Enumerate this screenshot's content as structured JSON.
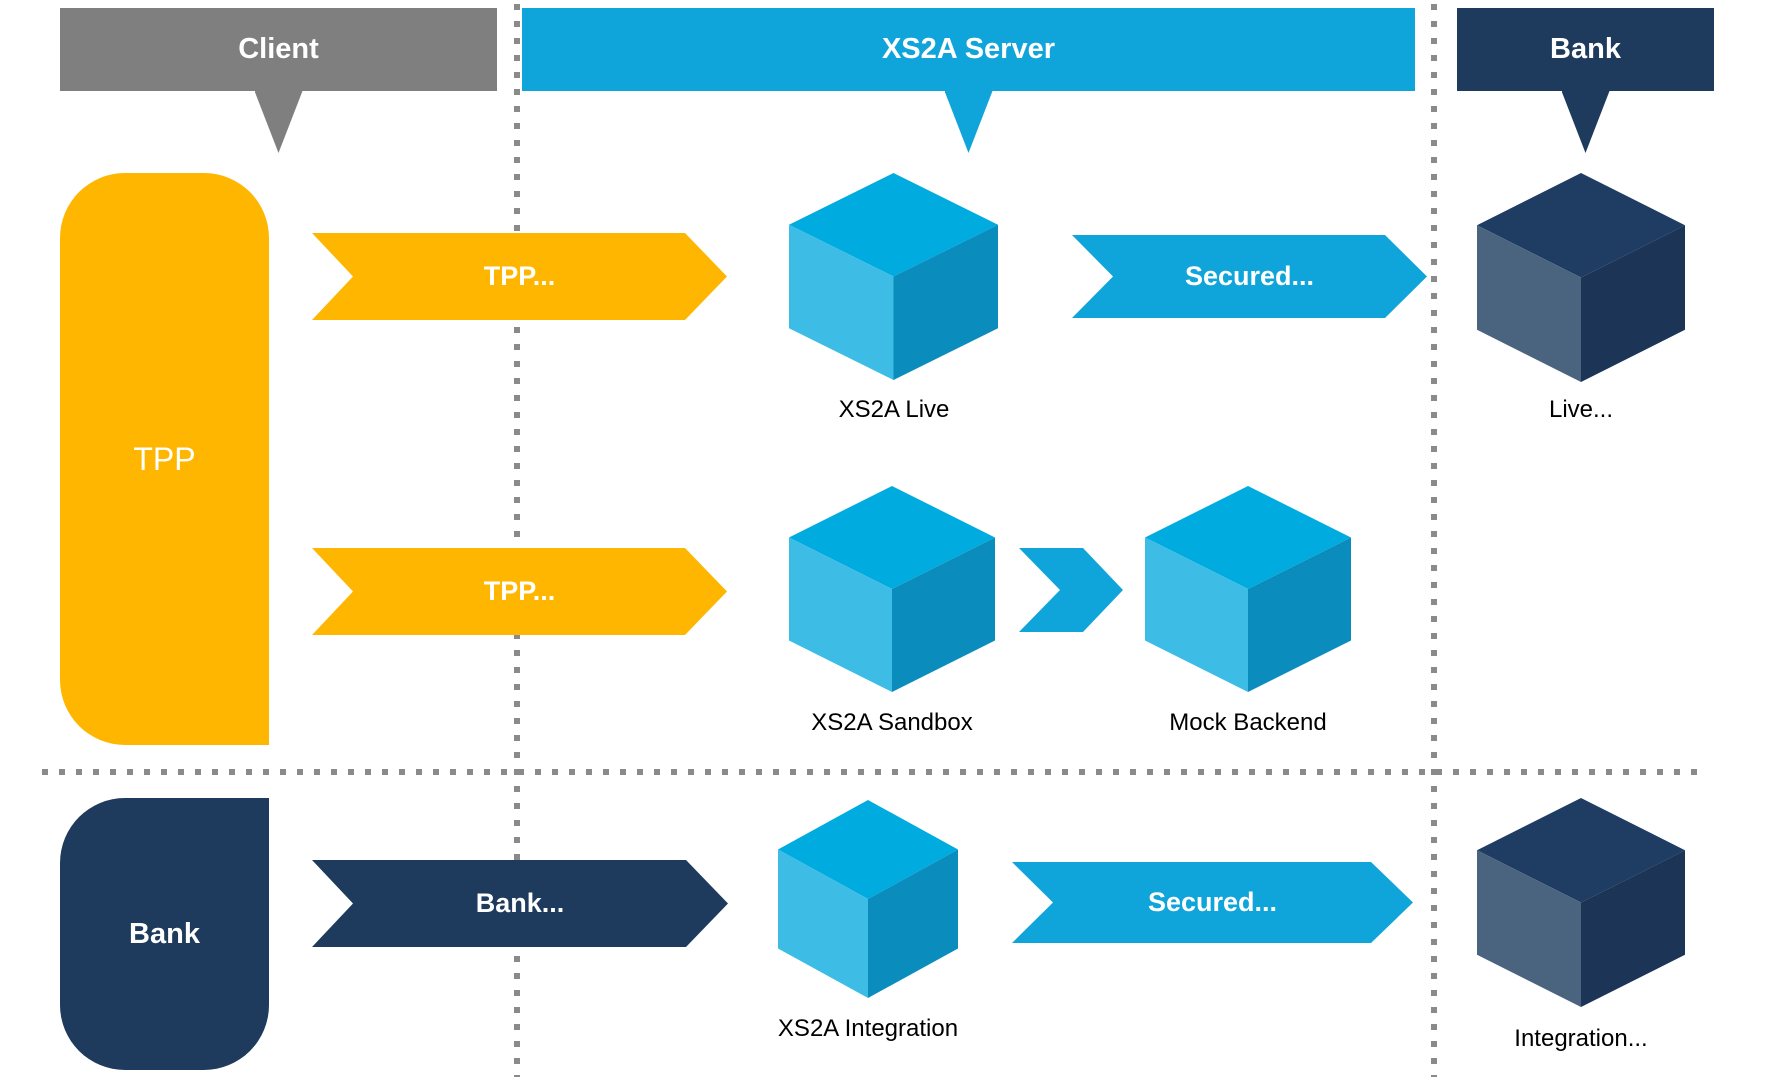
{
  "headers": [
    {
      "label": "Client"
    },
    {
      "label": "XS2A Server"
    },
    {
      "label": "Bank"
    }
  ],
  "actors": [
    {
      "label": "TPP"
    },
    {
      "label": "Bank"
    }
  ],
  "arrows": [
    {
      "label": "TPP..."
    },
    {
      "label": "Secured..."
    },
    {
      "label": "TPP..."
    },
    {
      "label": "Bank..."
    },
    {
      "label": "Secured..."
    }
  ],
  "cubes": [
    {
      "label": "XS2A Live"
    },
    {
      "label": "Live..."
    },
    {
      "label": "XS2A Sandbox"
    },
    {
      "label": "Mock Backend"
    },
    {
      "label": "XS2A Integration"
    },
    {
      "label": "Integration..."
    }
  ],
  "colors": {
    "client_gray": "#7F7F7F",
    "accent_cyan": "#10A5DA",
    "accent_yellow": "#FFB600",
    "accent_navy": "#1E3A5C",
    "cube_cyan_top": "#00ABE0",
    "cube_cyan_left": "#3DBDE6",
    "cube_cyan_right": "#0A8CBD",
    "cube_navy_top": "#1F3D63",
    "cube_navy_left": "#4A6480",
    "cube_navy_right": "#1C3456",
    "label_text": "#000000",
    "dot_gray": "#8A8A8A"
  }
}
